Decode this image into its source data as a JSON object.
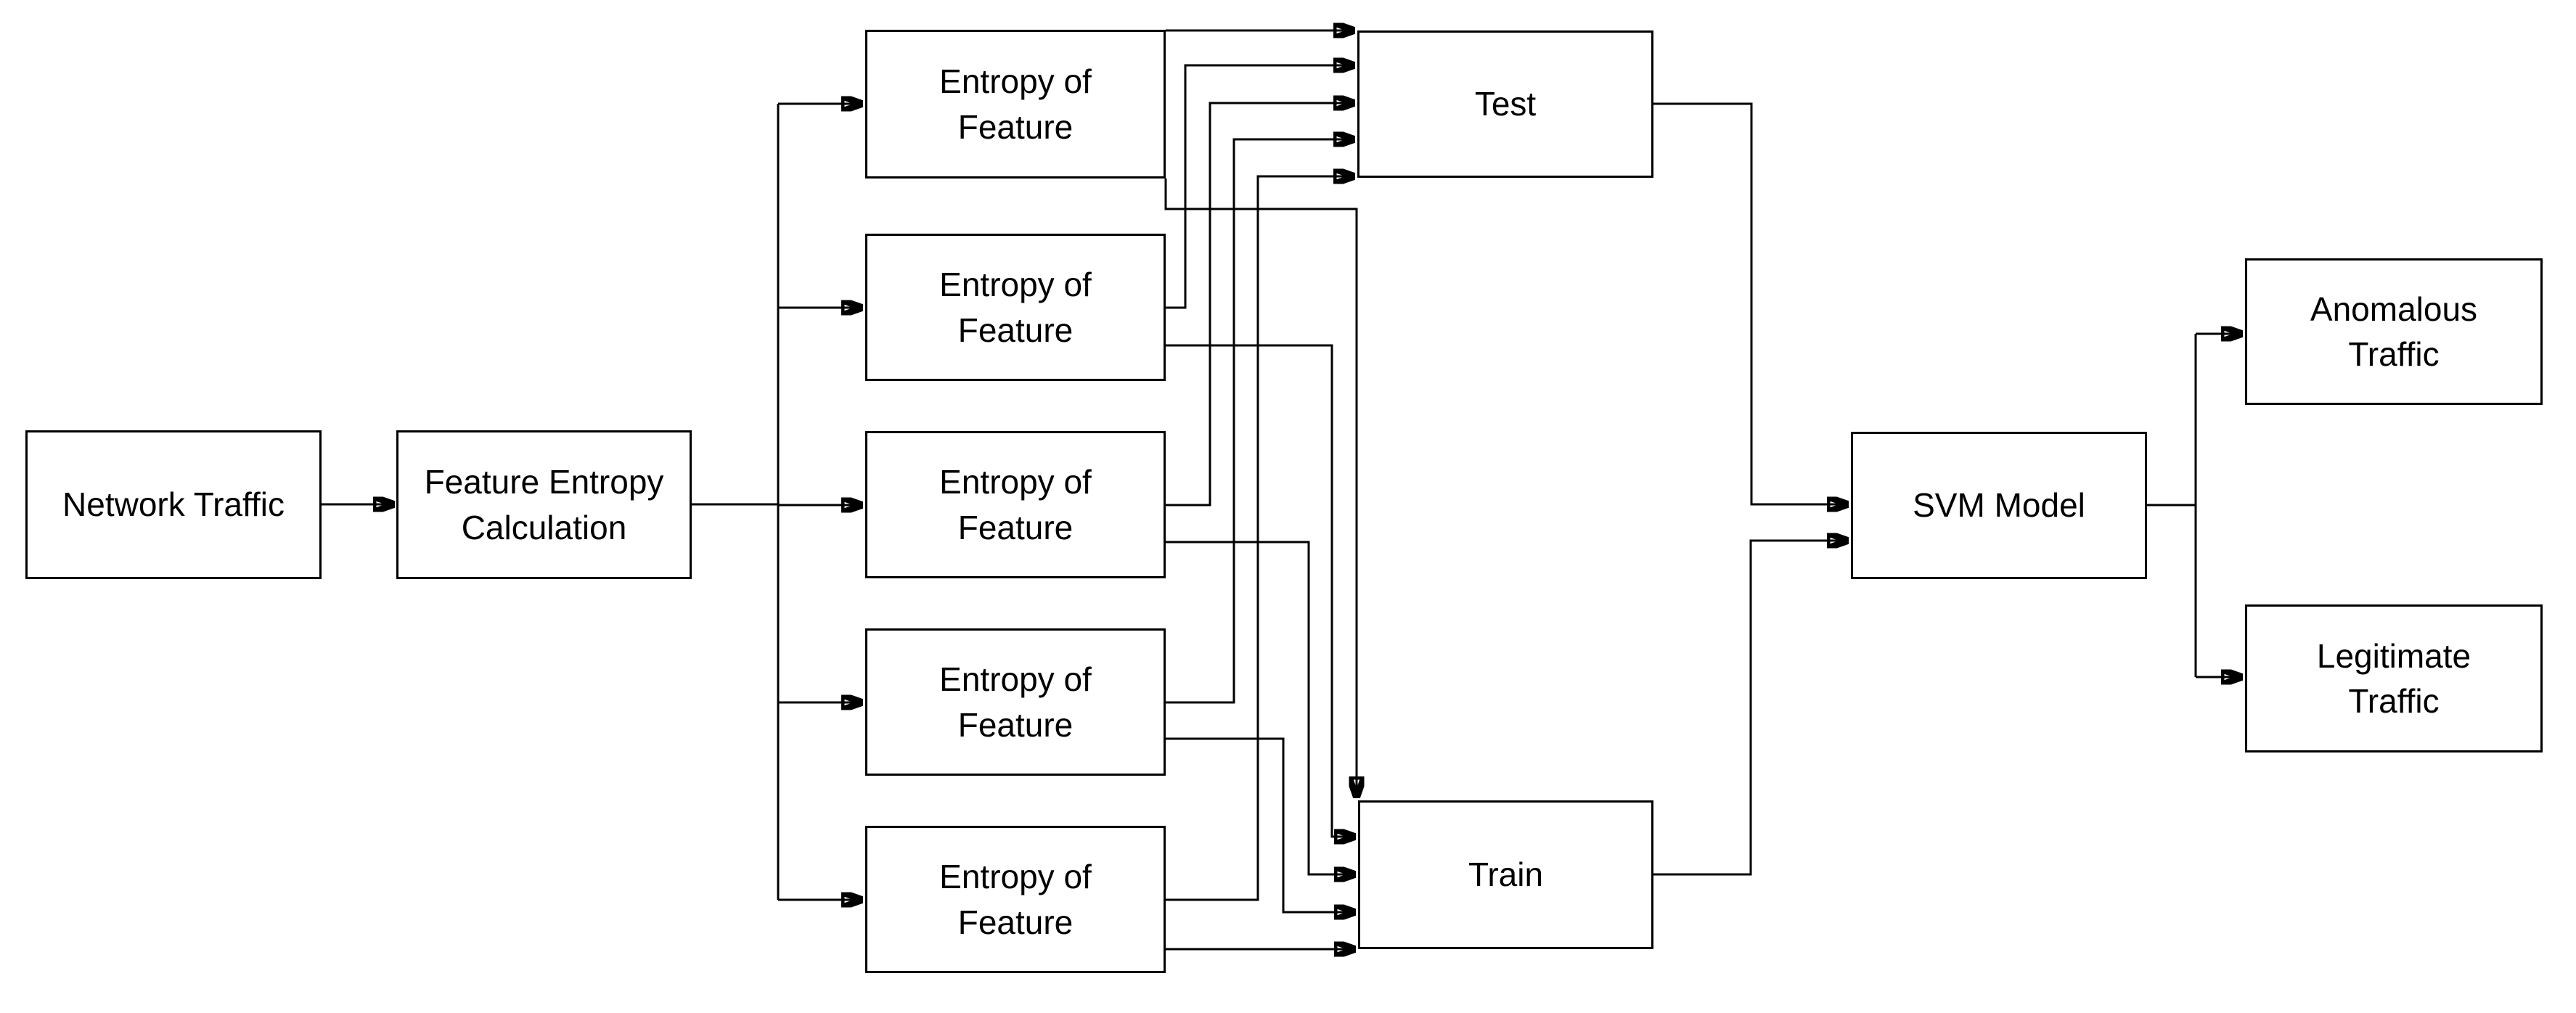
{
  "diagram": {
    "type": "flowchart",
    "colors": {
      "background": "#ffffff",
      "box_border": "#000000",
      "box_fill": "#ffffff",
      "connector": "#000000",
      "text": "#000000"
    },
    "nodes": {
      "network_traffic": {
        "label": "Network Traffic"
      },
      "feature_entropy_calculation": {
        "label": "Feature Entropy\nCalculation"
      },
      "entropy_of_feature_1": {
        "label": "Entropy of\nFeature"
      },
      "entropy_of_feature_2": {
        "label": "Entropy of\nFeature"
      },
      "entropy_of_feature_3": {
        "label": "Entropy of\nFeature"
      },
      "entropy_of_feature_4": {
        "label": "Entropy of\nFeature"
      },
      "entropy_of_feature_5": {
        "label": "Entropy of\nFeature"
      },
      "test": {
        "label": "Test"
      },
      "train": {
        "label": "Train"
      },
      "svm_model": {
        "label": "SVM Model"
      },
      "anomalous_traffic": {
        "label": "Anomalous\nTraffic"
      },
      "legitimate_traffic": {
        "label": "Legitimate\nTraffic"
      }
    },
    "edges": [
      {
        "from": "network_traffic",
        "to": "feature_entropy_calculation"
      },
      {
        "from": "feature_entropy_calculation",
        "to": "entropy_of_feature_1"
      },
      {
        "from": "feature_entropy_calculation",
        "to": "entropy_of_feature_2"
      },
      {
        "from": "feature_entropy_calculation",
        "to": "entropy_of_feature_3"
      },
      {
        "from": "feature_entropy_calculation",
        "to": "entropy_of_feature_4"
      },
      {
        "from": "feature_entropy_calculation",
        "to": "entropy_of_feature_5"
      },
      {
        "from": "entropy_of_feature_1",
        "to": "test"
      },
      {
        "from": "entropy_of_feature_2",
        "to": "test"
      },
      {
        "from": "entropy_of_feature_3",
        "to": "test"
      },
      {
        "from": "entropy_of_feature_4",
        "to": "test"
      },
      {
        "from": "entropy_of_feature_5",
        "to": "test"
      },
      {
        "from": "entropy_of_feature_1",
        "to": "train"
      },
      {
        "from": "entropy_of_feature_2",
        "to": "train"
      },
      {
        "from": "entropy_of_feature_3",
        "to": "train"
      },
      {
        "from": "entropy_of_feature_4",
        "to": "train"
      },
      {
        "from": "entropy_of_feature_5",
        "to": "train"
      },
      {
        "from": "test",
        "to": "svm_model"
      },
      {
        "from": "train",
        "to": "svm_model"
      },
      {
        "from": "svm_model",
        "to": "anomalous_traffic"
      },
      {
        "from": "svm_model",
        "to": "legitimate_traffic"
      }
    ]
  }
}
